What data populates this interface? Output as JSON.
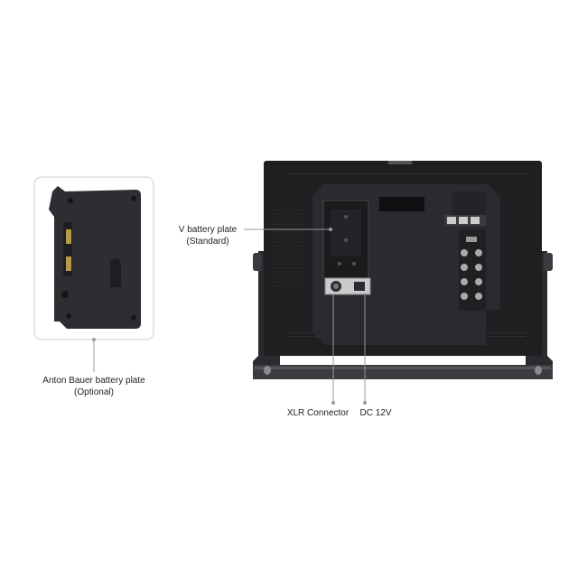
{
  "callouts": {
    "anton_bauer": {
      "line1": "Anton Bauer battery plate",
      "line2": "(Optional)"
    },
    "v_battery": {
      "line1": "V battery plate",
      "line2": "(Standard)"
    },
    "xlr": {
      "label": "XLR Connector"
    },
    "dc": {
      "label": "DC 12V"
    }
  },
  "colors": {
    "background": "#ffffff",
    "monitor_body": "#1e1f21",
    "panel": "#2a2b2e",
    "leader_line": "#9a9a9a",
    "inset_border": "#cfcfcf",
    "plate": "#2d2e31",
    "gold": "#b89a4a"
  }
}
